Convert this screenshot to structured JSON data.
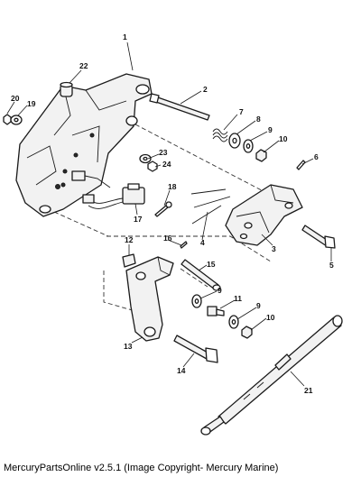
{
  "caption": "MercuryPartsOnline v2.5.1 (Image Copyright- Mercury Marine)",
  "callouts": [
    "1",
    "2",
    "3",
    "4",
    "5",
    "6",
    "7",
    "8",
    "9",
    "10",
    "11",
    "12",
    "13",
    "14",
    "15",
    "16",
    "17",
    "18",
    "19",
    "20",
    "21",
    "22",
    "23",
    "24"
  ]
}
